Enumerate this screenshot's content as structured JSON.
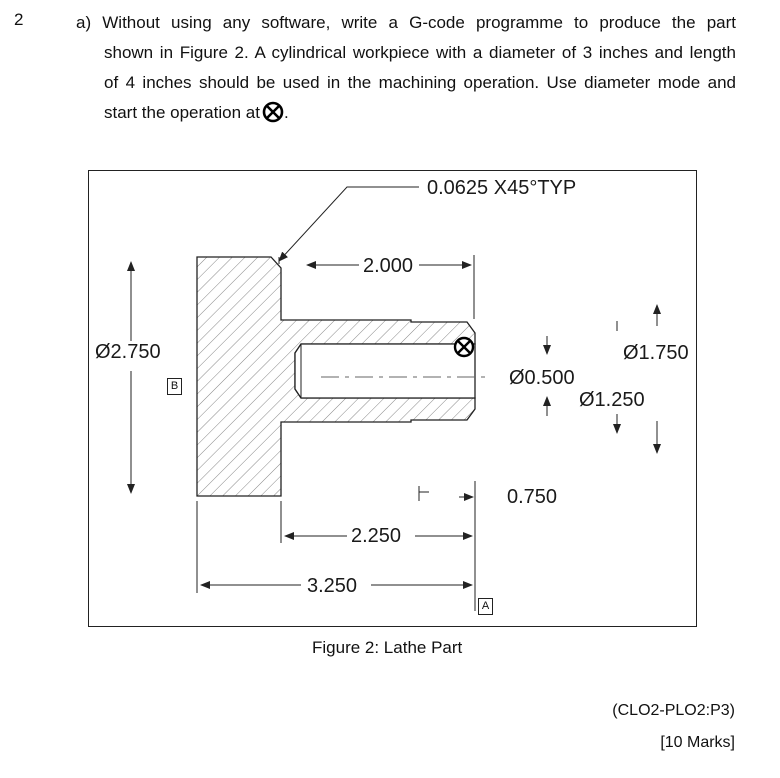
{
  "question": {
    "number": "2",
    "lines": [
      "a) Without using any software, write a G-code programme to produce the part",
      "shown in Figure 2. A cylindrical workpiece with a diameter of 3 inches and length",
      "of 4 inches should be used in the machining operation. Use diameter mode and",
      "start the operation at"
    ],
    "tail": "."
  },
  "figure": {
    "chamfer_note": "0.0625 X45°TYP",
    "dims": {
      "len_2000": "2.000",
      "dia_2750": "Ø2.750",
      "dia_1750": "Ø1.750",
      "dia_0500": "Ø0.500",
      "dia_1250": "Ø1.250",
      "len_0750": "0.750",
      "len_2250": "2.250",
      "len_3250": "3.250"
    },
    "datum_a": "A",
    "datum_b": "B",
    "caption": "Figure 2: Lathe Part"
  },
  "footer": {
    "clo": "(CLO2-PLO2:P3)",
    "marks": "[10 Marks]"
  }
}
